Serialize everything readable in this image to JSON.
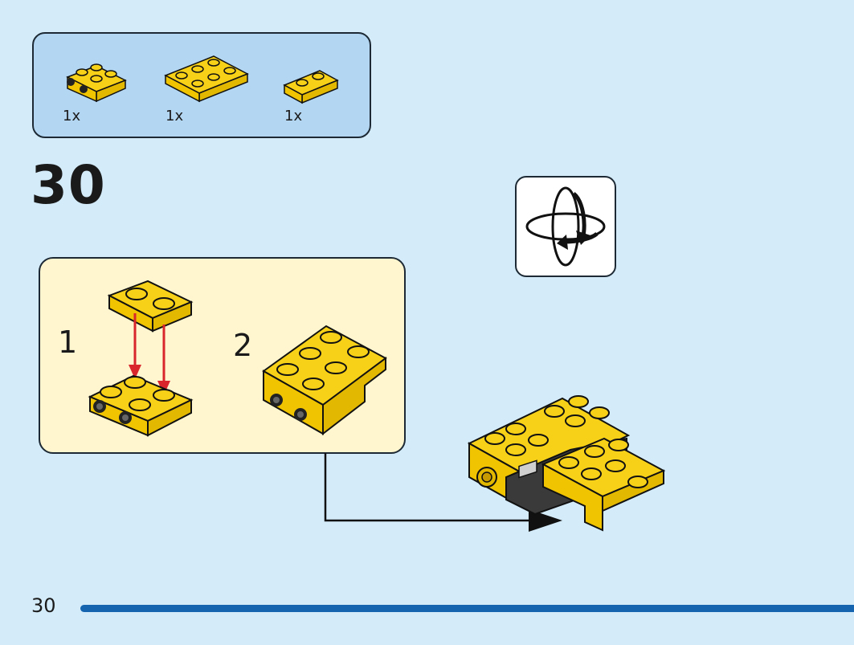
{
  "parts": [
    {
      "name": "bracket-plate-1x2-2x2",
      "qty": "1x"
    },
    {
      "name": "plate-2x3",
      "qty": "1x"
    },
    {
      "name": "plate-1x2",
      "qty": "1x"
    }
  ],
  "step": {
    "number": "30"
  },
  "substeps": [
    {
      "number": "1"
    },
    {
      "number": "2"
    }
  ],
  "icons": {
    "rotate": "rotate-model-icon",
    "arrow": "placement-arrow-icon"
  },
  "colors": {
    "background": "#d4ecfa",
    "parts_panel": "#b3d6f2",
    "substep_panel": "#fff6cf",
    "brick_yellow": "#f7d117",
    "arrow_red": "#d9262c",
    "progress": "#1564b0"
  },
  "footer": {
    "page_number": "30"
  }
}
